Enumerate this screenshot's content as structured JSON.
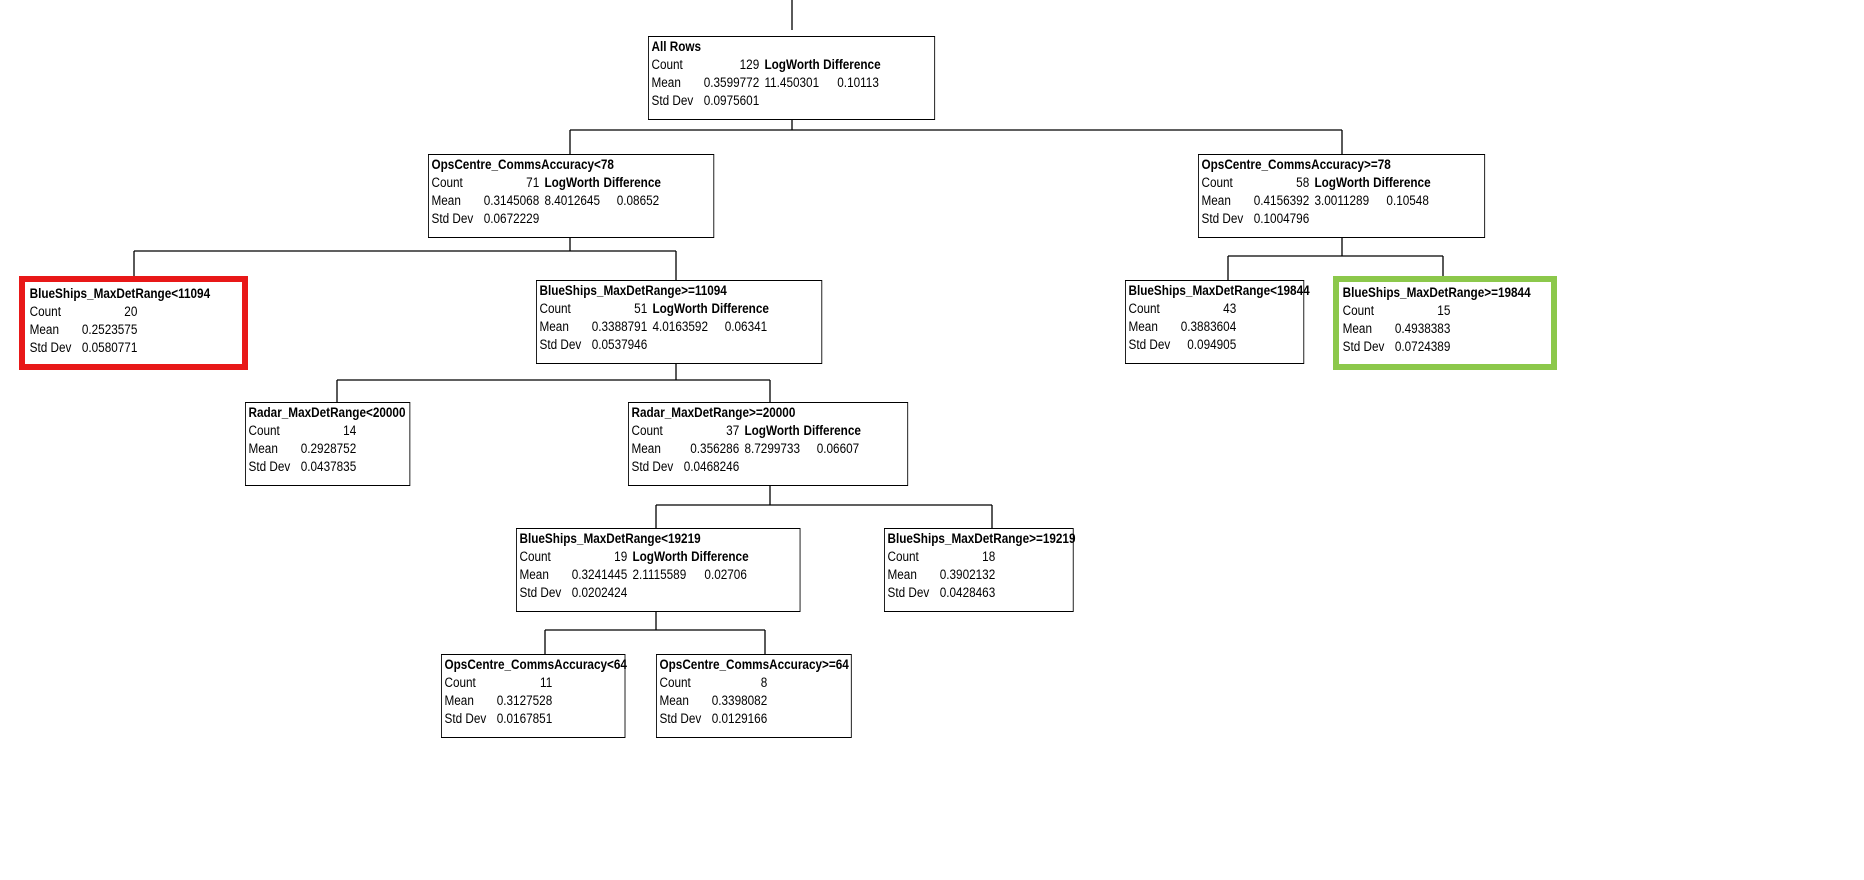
{
  "labels": {
    "count": "Count",
    "mean": "Mean",
    "std_dev": "Std Dev",
    "logworth": "LogWorth",
    "difference": "Difference"
  },
  "highlights": {
    "red": "#e81818",
    "green": "#8cc84b"
  },
  "nodes": {
    "root": {
      "title": "All Rows",
      "count": "129",
      "mean": "0.3599772",
      "std_dev": "0.0975601",
      "logworth": "11.450301",
      "difference": "0.10113"
    },
    "ops_lt78": {
      "title": "OpsCentre_CommsAccuracy<78",
      "count": "71",
      "mean": "0.3145068",
      "std_dev": "0.0672229",
      "logworth": "8.4012645",
      "difference": "0.08652"
    },
    "ops_ge78": {
      "title": "OpsCentre_CommsAccuracy>=78",
      "count": "58",
      "mean": "0.4156392",
      "std_dev": "0.1004796",
      "logworth": "3.0011289",
      "difference": "0.10548"
    },
    "blue_lt11094": {
      "title": "BlueShips_MaxDetRange<11094",
      "count": "20",
      "mean": "0.2523575",
      "std_dev": "0.0580771"
    },
    "blue_ge11094": {
      "title": "BlueShips_MaxDetRange>=11094",
      "count": "51",
      "mean": "0.3388791",
      "std_dev": "0.0537946",
      "logworth": "4.0163592",
      "difference": "0.06341"
    },
    "blue_lt19844": {
      "title": "BlueShips_MaxDetRange<19844",
      "count": "43",
      "mean": "0.3883604",
      "std_dev": "0.094905"
    },
    "blue_ge19844": {
      "title": "BlueShips_MaxDetRange>=19844",
      "count": "15",
      "mean": "0.4938383",
      "std_dev": "0.0724389"
    },
    "radar_lt20000": {
      "title": "Radar_MaxDetRange<20000",
      "count": "14",
      "mean": "0.2928752",
      "std_dev": "0.0437835"
    },
    "radar_ge20000": {
      "title": "Radar_MaxDetRange>=20000",
      "count": "37",
      "mean": "0.356286",
      "std_dev": "0.0468246",
      "logworth": "8.7299733",
      "difference": "0.06607"
    },
    "blue_lt19219": {
      "title": "BlueShips_MaxDetRange<19219",
      "count": "19",
      "mean": "0.3241445",
      "std_dev": "0.0202424",
      "logworth": "2.1115589",
      "difference": "0.02706"
    },
    "blue_ge19219": {
      "title": "BlueShips_MaxDetRange>=19219",
      "count": "18",
      "mean": "0.3902132",
      "std_dev": "0.0428463"
    },
    "ops_lt64": {
      "title": "OpsCentre_CommsAccuracy<64",
      "count": "11",
      "mean": "0.3127528",
      "std_dev": "0.0167851"
    },
    "ops_ge64": {
      "title": "OpsCentre_CommsAccuracy>=64",
      "count": "8",
      "mean": "0.3398082",
      "std_dev": "0.0129166"
    }
  }
}
